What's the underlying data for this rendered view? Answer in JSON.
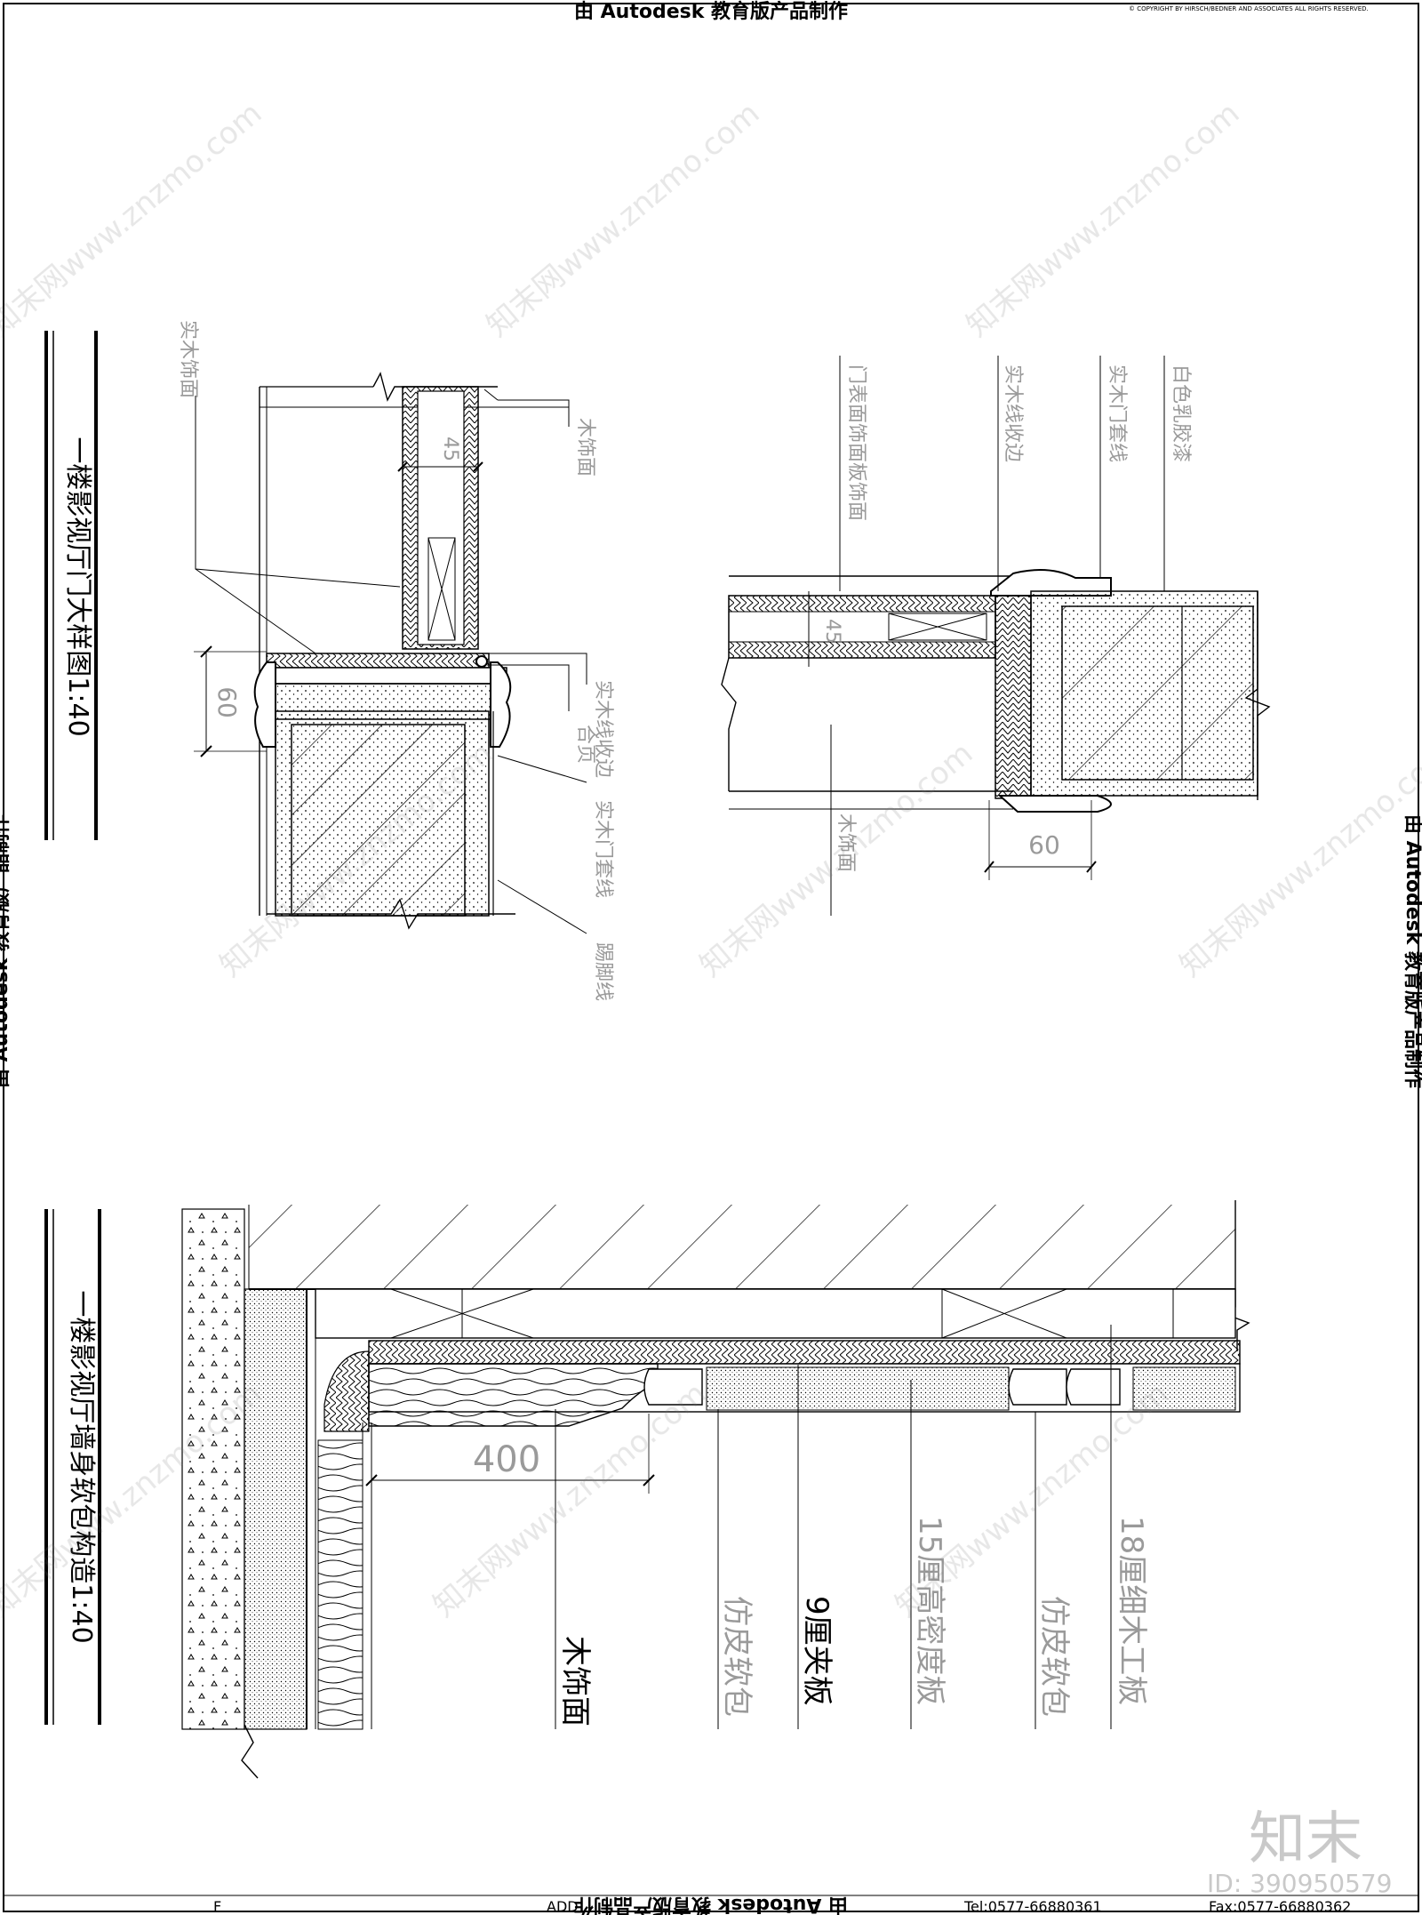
{
  "watermark": {
    "top_banner": "由 Autodesk 教育版产品制作",
    "right_banner": "由 Autodesk 教育版产品制作",
    "left_banner": "由 Autodesk 教育版产品制作",
    "bottom_banner": "由 Autodesk 教育版产品制作",
    "copyright": "© COPYRIGHT BY HIRSCH/BEDNER AND ASSOCIATES ALL RIGHTS RESERVED.",
    "site_mark": "知末网www.znzmo.com",
    "logo_text": "知末",
    "id_text": "ID: 390950579"
  },
  "footer": {
    "left": "ADD",
    "tel": "Tel:0577-66880361",
    "fax": "Fax:0577-66880362",
    "small_left": "F"
  },
  "detail_door": {
    "title": "一楼影视厅门大样图1:40",
    "dim_60_left": "60",
    "dim_45_left": "45",
    "dim_60_right": "60",
    "dim_45_right": "45",
    "labels_left": [
      "实木饰面",
      "木饰面",
      "实木线收边",
      "合页",
      "实木门套线",
      "踢脚线"
    ],
    "labels_right": [
      "门表面饰面板饰面",
      "实木线收边",
      "实木门套线",
      "白色乳胶漆",
      "木饰面"
    ]
  },
  "detail_wall": {
    "title": "一楼影视厅墙身软包构造1:40",
    "dim_400": "400",
    "labels": [
      "木饰面",
      "仿皮软包",
      "9厘夹板",
      "15厘高密度板",
      "仿皮软包",
      "18厘细木工板"
    ]
  }
}
